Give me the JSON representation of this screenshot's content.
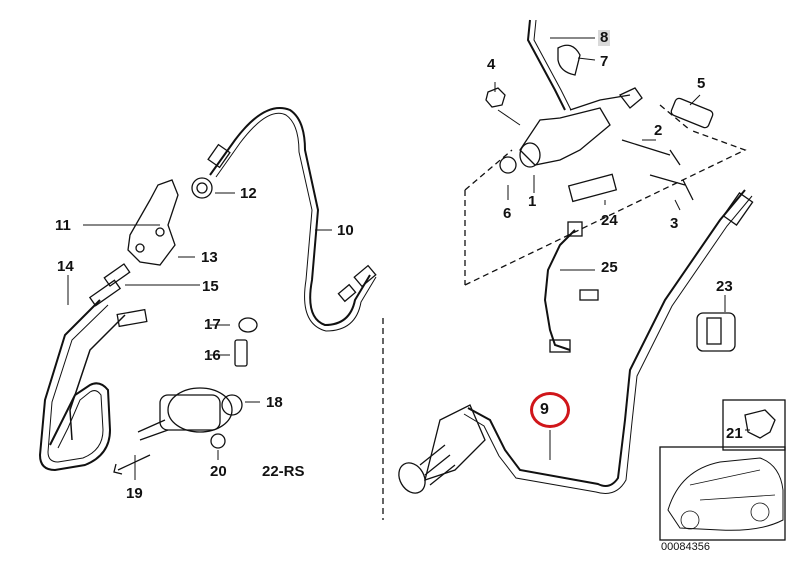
{
  "diagram": {
    "labels": {
      "p1": "1",
      "p2": "2",
      "p3": "3",
      "p4": "4",
      "p5": "5",
      "p6": "6",
      "p7": "7",
      "p8": "8",
      "p9": "9",
      "p10": "10",
      "p11": "11",
      "p12": "12",
      "p13": "13",
      "p14": "14",
      "p15": "15",
      "p16": "16",
      "p17": "17",
      "p18": "18",
      "p19": "19",
      "p20": "20",
      "p21": "21",
      "p22": "22-RS",
      "p23": "23",
      "p24": "24",
      "p25": "25"
    },
    "highlighted_part": "9",
    "highlight_color": "#d0161a",
    "reference_code": "00084356"
  }
}
